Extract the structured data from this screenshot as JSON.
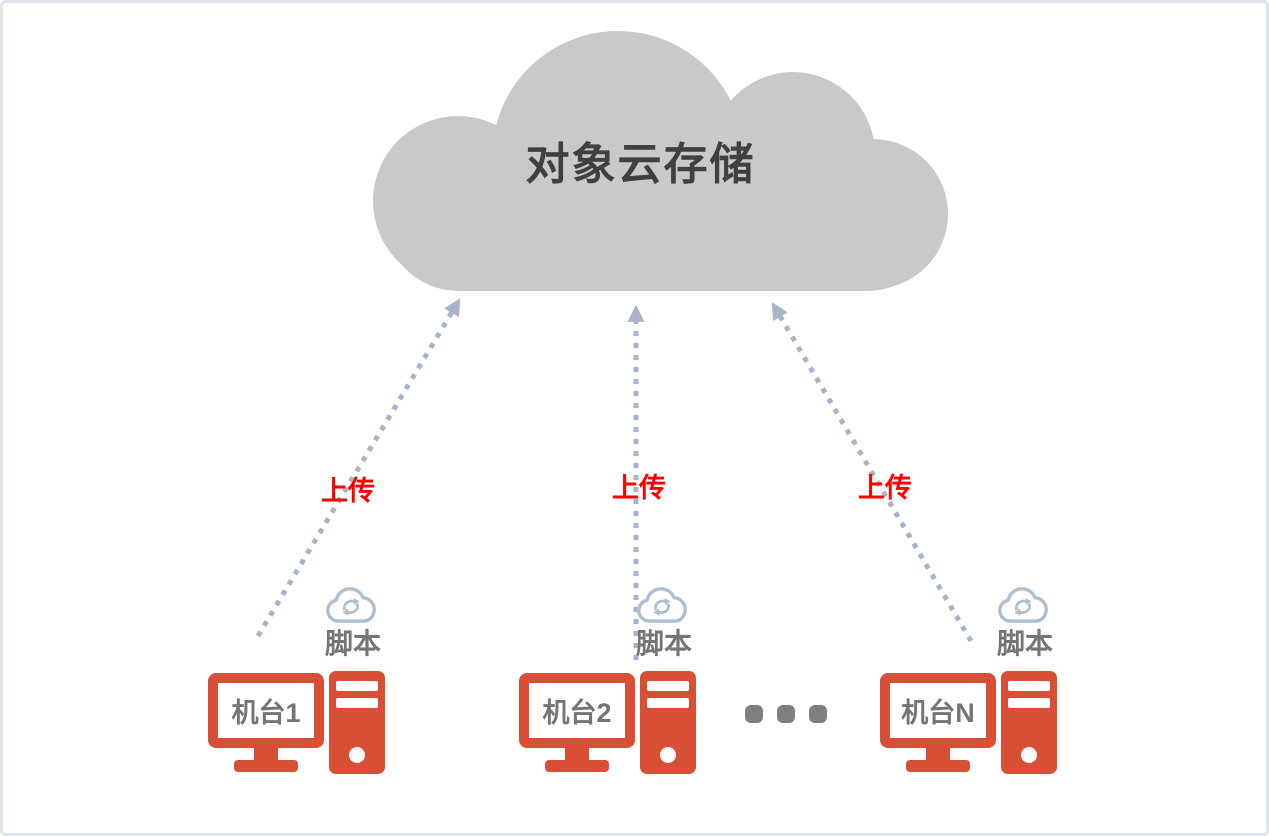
{
  "cloud": {
    "label": "对象云存储"
  },
  "arrows": [
    {
      "label": "上传"
    },
    {
      "label": "上传"
    },
    {
      "label": "上传"
    }
  ],
  "machines": [
    {
      "name": "机台1",
      "script_label": "脚本"
    },
    {
      "name": "机台2",
      "script_label": "脚本"
    },
    {
      "name": "机台N",
      "script_label": "脚本"
    }
  ],
  "ellipsis_dot_count": 3,
  "colors": {
    "machine_red": "#D94F35",
    "cloud_gray": "#C9C9C9",
    "cloud_text": "#404040",
    "upload_red": "#FF0000",
    "arrow_blue_gray": "#A6B3C9",
    "script_icon_blue": "#AEBFD4",
    "label_gray": "#757575",
    "dot_gray": "#7F7F7F",
    "border_gray": "#DEE2EA"
  }
}
